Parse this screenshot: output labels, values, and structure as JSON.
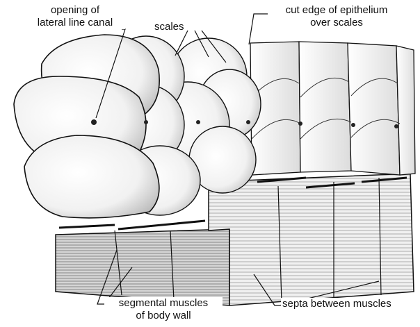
{
  "labels": {
    "opening": [
      "opening of",
      "lateral line canal"
    ],
    "scales": "scales",
    "cut_edge": [
      "cut edge of epithelium",
      "over scales"
    ],
    "segmental": [
      "segmental muscles",
      "of body wall"
    ],
    "septa": "septa between muscles"
  },
  "colors": {
    "ink": "#111111",
    "paper": "#ffffff",
    "stipple": "#7a7a7a",
    "muscle_light": "#d9d9d9",
    "muscle_dark": "#a8a8a8"
  }
}
